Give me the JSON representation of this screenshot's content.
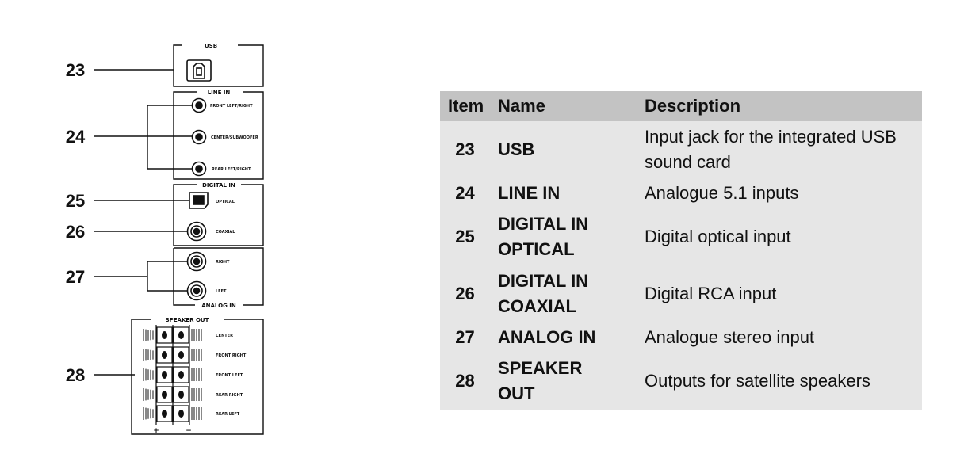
{
  "diagram": {
    "callouts": [
      "23",
      "24",
      "25",
      "26",
      "27",
      "28"
    ],
    "sections": {
      "usb": "USB",
      "line_in": "LINE IN",
      "digital_in": "DIGITAL IN",
      "analog_in": "ANALOG IN",
      "speaker_out": "SPEAKER OUT"
    },
    "line_in_labels": [
      "FRONT LEFT/RIGHT",
      "CENTER/SUBWOOFER",
      "REAR LEFT/RIGHT"
    ],
    "digital_labels": [
      "OPTICAL",
      "COAXIAL"
    ],
    "analog_labels": [
      "RIGHT",
      "LEFT"
    ],
    "speaker_labels": [
      "CENTER",
      "FRONT RIGHT",
      "FRONT LEFT",
      "REAR RIGHT",
      "REAR LEFT"
    ],
    "polarity": [
      "+",
      "−"
    ]
  },
  "table": {
    "headers": {
      "item": "Item",
      "name": "Name",
      "description": "Description"
    },
    "rows": [
      {
        "item": "23",
        "name": "USB",
        "description": "Input jack for the integrated USB sound card"
      },
      {
        "item": "24",
        "name": "LINE IN",
        "description": "Analogue 5.1 inputs"
      },
      {
        "item": "25",
        "name": "DIGITAL IN OPTICAL",
        "description": "Digital optical input"
      },
      {
        "item": "26",
        "name": "DIGITAL IN COAXIAL",
        "description": "Digital RCA input"
      },
      {
        "item": "27",
        "name": "ANALOG IN",
        "description": "Analogue stereo input"
      },
      {
        "item": "28",
        "name": "SPEAKER OUT",
        "description": "Outputs for satellite speakers"
      }
    ]
  }
}
